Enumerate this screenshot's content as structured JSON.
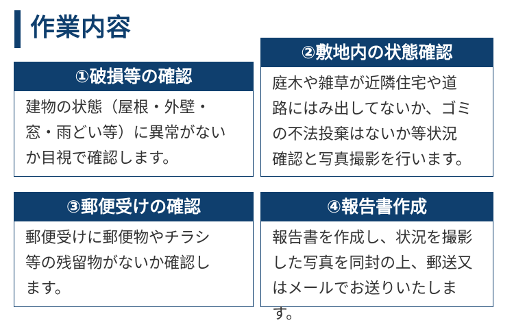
{
  "title": "作業内容",
  "cards": [
    {
      "heading": "①破損等の確認",
      "lines": [
        "建物の状態（屋根・外壁・",
        "窓・雨どい等）に異常がない",
        "か目視で確認します。"
      ]
    },
    {
      "heading": "②敷地内の状態確認",
      "lines": [
        "庭木や雑草が近隣住宅や道",
        "路にはみ出してないか、ゴミ",
        "の不法投棄はないか等状況",
        "確認と写真撮影を行います。"
      ]
    },
    {
      "heading": "③郵便受けの確認",
      "lines": [
        "郵便受けに郵便物やチラシ",
        "等の残留物がないか確認し",
        "ます。"
      ]
    },
    {
      "heading": "④報告書作成",
      "lines": [
        "報告書を作成し、状況を撮影",
        "した写真を同封の上、郵送又",
        "はメールでお送りいたします。"
      ]
    }
  ],
  "colors": {
    "accent": "#0f3f6e",
    "text": "#333333"
  }
}
